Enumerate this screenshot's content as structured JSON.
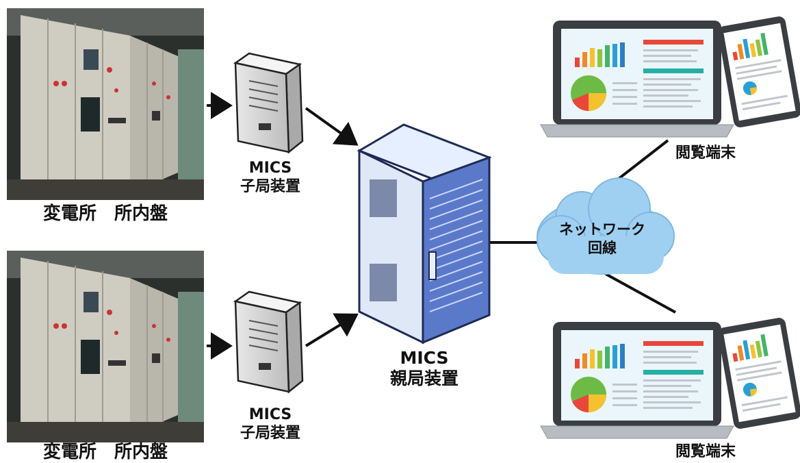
{
  "substations": [
    {
      "caption": "変電所　所内盤"
    },
    {
      "caption": "変電所　所内盤"
    }
  ],
  "child_units": [
    {
      "line1": "MICS",
      "line2": "子局装置"
    },
    {
      "line1": "MICS",
      "line2": "子局装置"
    }
  ],
  "parent_unit": {
    "line1": "MICS",
    "line2": "親局装置"
  },
  "network": {
    "line1": "ネットワーク",
    "line2": "回線"
  },
  "terminals": [
    {
      "caption": "閲覧端末"
    },
    {
      "caption": "閲覧端末"
    }
  ]
}
